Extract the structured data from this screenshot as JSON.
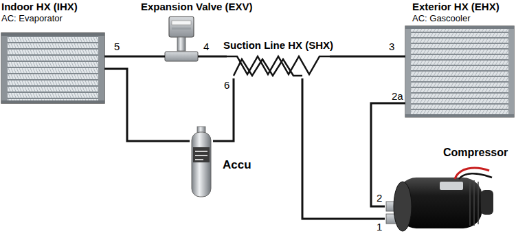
{
  "diagram": {
    "nodes": [
      {
        "text": [
          "Indoor HX (IHX)",
          "AC: Evaporator"
        ]
      },
      {
        "text": [
          "Expansion Valve (EXV)"
        ]
      },
      {
        "text": [
          "Exterior HX (EHX)",
          "AC: Gascooler"
        ]
      },
      {
        "text": [
          "Suction Line HX (SHX)"
        ]
      },
      {
        "text": [
          "Accu"
        ]
      },
      {
        "text": [
          "Compressor"
        ]
      }
    ],
    "edges": [
      {
        "from": 5,
        "to": 2,
        "arrow": "none"
      },
      {
        "from": 2,
        "to": 3,
        "arrow": "none"
      },
      {
        "from": 3,
        "to": 1,
        "arrow": "none"
      },
      {
        "from": 1,
        "to": 0,
        "arrow": "none"
      },
      {
        "from": 0,
        "to": 4,
        "arrow": "none"
      },
      {
        "from": 4,
        "to": 3,
        "arrow": "none"
      },
      {
        "from": 3,
        "to": 5,
        "arrow": "none"
      }
    ],
    "labels": [
      "5",
      "4",
      "3",
      "6",
      "2a",
      "2",
      "1"
    ]
  }
}
